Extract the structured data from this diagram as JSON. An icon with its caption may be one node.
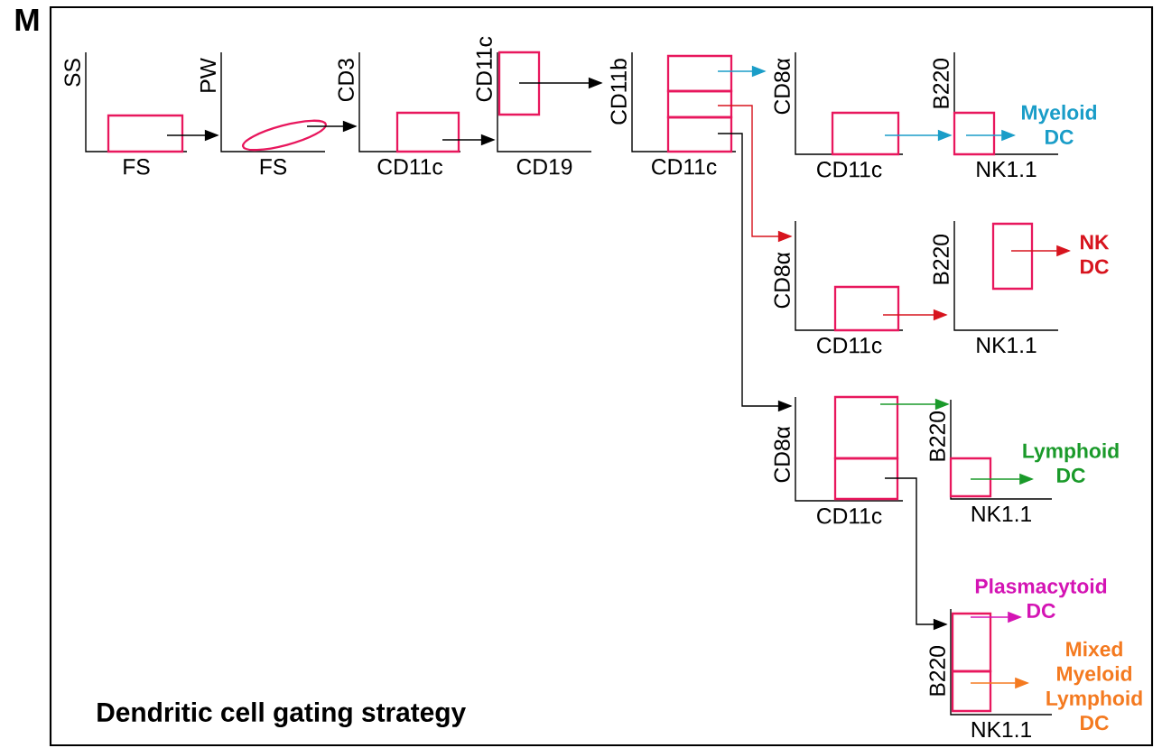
{
  "diagram": {
    "title": "Dendritic cell gating strategy",
    "nodes": [
      {
        "text": [
          "SS",
          "FS"
        ]
      },
      {
        "text": [],
        "shape": "box",
        "in": 0
      },
      {
        "text": [
          "PW",
          "FS"
        ]
      },
      {
        "text": [],
        "shape": "ellipse",
        "in": 2
      },
      {
        "text": [
          "CD3",
          "CD11c"
        ]
      },
      {
        "text": [],
        "shape": "box",
        "in": 4
      },
      {
        "text": [
          "CD11c",
          "CD19"
        ]
      },
      {
        "text": [],
        "shape": "box",
        "in": 6
      },
      {
        "text": [
          "CD11b",
          "CD11c"
        ]
      },
      {
        "text": [],
        "shape": "box",
        "in": 8
      },
      {
        "text": [],
        "shape": "box",
        "in": 8
      },
      {
        "text": [],
        "shape": "box",
        "in": 8
      },
      {
        "text": [
          "CD8α",
          "CD11c"
        ]
      },
      {
        "text": [],
        "shape": "box",
        "in": 12
      },
      {
        "text": [
          "B220",
          "NK1.1"
        ]
      },
      {
        "text": [],
        "shape": "box",
        "in": 14
      },
      {
        "text": [
          "Myeloid DC"
        ]
      },
      {
        "text": [
          "CD8α",
          "CD11c"
        ]
      },
      {
        "text": [],
        "shape": "box",
        "in": 17
      },
      {
        "text": [
          "B220",
          "NK1.1"
        ]
      },
      {
        "text": [],
        "shape": "box",
        "in": 19
      },
      {
        "text": [
          "NK DC"
        ]
      },
      {
        "text": [
          "CD8α",
          "CD11c"
        ]
      },
      {
        "text": [],
        "shape": "box",
        "in": 22
      },
      {
        "text": [],
        "shape": "box",
        "in": 22
      },
      {
        "text": [
          "B220",
          "NK1.1"
        ]
      },
      {
        "text": [],
        "shape": "box",
        "in": 25
      },
      {
        "text": [
          "Lymphoid DC"
        ]
      },
      {
        "text": [
          "B220",
          "NK1.1"
        ]
      },
      {
        "text": [],
        "shape": "box",
        "in": 28
      },
      {
        "text": [],
        "shape": "box",
        "in": 28
      },
      {
        "text": [
          "Plasmacytoid DC"
        ]
      },
      {
        "text": [
          "Mixed Myeloid Lymphoid DC"
        ]
      }
    ],
    "edges": [
      {
        "from": 1,
        "to": 2,
        "arrow": "to"
      },
      {
        "from": 3,
        "to": 4,
        "arrow": "to"
      },
      {
        "from": 5,
        "to": 6,
        "arrow": "to"
      },
      {
        "from": 7,
        "to": 8,
        "arrow": "to"
      },
      {
        "from": 9,
        "to": 12,
        "arrow": "to",
        "color": "#1a9dc8"
      },
      {
        "from": 10,
        "to": 17,
        "arrow": "to",
        "color": "#d7141e"
      },
      {
        "from": 11,
        "to": 22,
        "arrow": "to"
      },
      {
        "from": 13,
        "to": 14,
        "arrow": "to",
        "color": "#1a9dc8"
      },
      {
        "from": 15,
        "to": 16,
        "arrow": "to",
        "color": "#1a9dc8"
      },
      {
        "from": 18,
        "to": 19,
        "arrow": "to",
        "color": "#d7141e"
      },
      {
        "from": 20,
        "to": 21,
        "arrow": "to",
        "color": "#d7141e"
      },
      {
        "from": 23,
        "to": 25,
        "arrow": "to",
        "color": "#1a9a2a"
      },
      {
        "from": 24,
        "to": 28,
        "arrow": "to"
      },
      {
        "from": 26,
        "to": 27,
        "arrow": "to",
        "color": "#1a9a2a"
      },
      {
        "from": 29,
        "to": 31,
        "arrow": "to",
        "color": "#d414b4"
      },
      {
        "from": 30,
        "to": 32,
        "arrow": "to",
        "color": "#f47a20"
      }
    ],
    "labels": [
      "M"
    ]
  }
}
